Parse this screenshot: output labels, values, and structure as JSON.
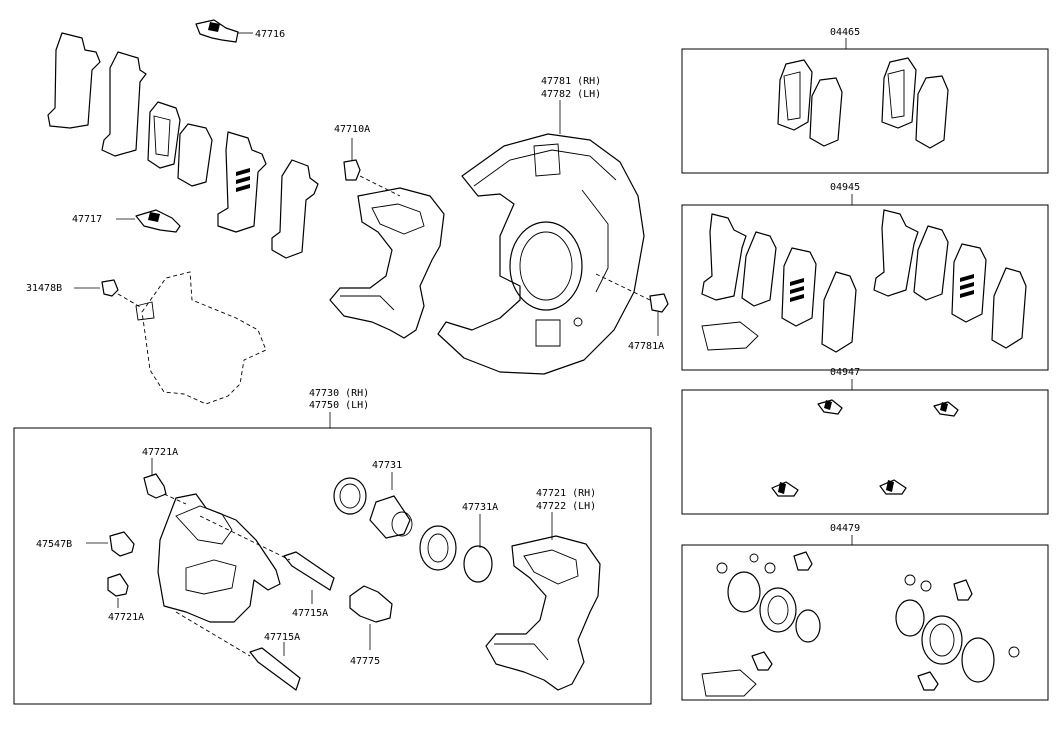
{
  "callouts": {
    "c47716": "47716",
    "c47717": "47717",
    "c31478B": "31478B",
    "c47710A": "47710A",
    "c47781_rh": "47781 (RH)",
    "c47782_lh": "47782 (LH)",
    "c47781A": "47781A",
    "c47730_rh": "47730 (RH)",
    "c47750_lh": "47750 (LH)",
    "c47721A_top": "47721A",
    "c47547B": "47547B",
    "c47721A_bottom": "47721A",
    "c47731": "47731",
    "c47731A": "47731A",
    "c47721_rh": "47721 (RH)",
    "c47722_lh": "47722 (LH)",
    "c47715A_1": "47715A",
    "c47715A_2": "47715A",
    "c47775": "47775"
  },
  "kits": {
    "k04465": "04465",
    "k04945": "04945",
    "k04947": "04947",
    "k04479": "04479"
  }
}
